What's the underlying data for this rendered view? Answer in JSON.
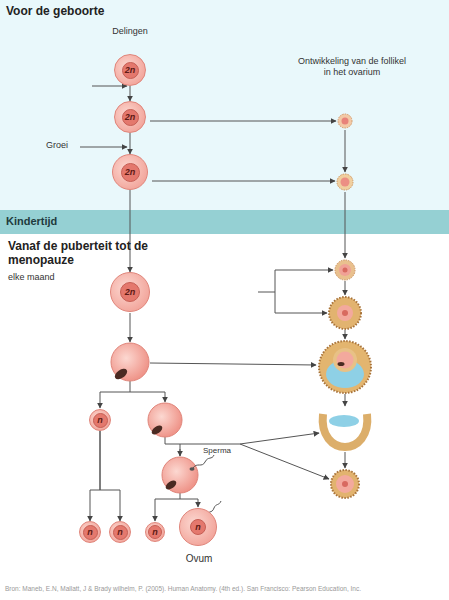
{
  "diagram": {
    "caption": "Bron: Maneb, E.N, Mallatt, J & Brady wilhelm, P. (2005). Human Anatomy. (4th ed.). San Francisco: Pearson Education, Inc.",
    "nodes": [
      {
        "text": [
          "Voor de geboorte"
        ]
      },
      {
        "text": [
          "2n"
        ],
        "in": 0
      },
      {
        "text": [
          "2n"
        ],
        "in": 0
      },
      {
        "text": [
          "2n"
        ],
        "in": 0
      },
      {
        "text": [
          "Kindertijd"
        ]
      },
      {
        "text": [
          "2n"
        ]
      },
      {
        "text": [
          "n"
        ]
      },
      {
        "text": [
          "n"
        ]
      },
      {
        "text": [
          "n"
        ]
      },
      {
        "text": [
          "n"
        ]
      },
      {
        "text": [
          "n",
          "Ovum"
        ]
      }
    ],
    "edges": [
      {
        "from": 1,
        "to": 2,
        "arrow": "to"
      },
      {
        "from": 2,
        "to": 3,
        "arrow": "to"
      },
      {
        "from": 3,
        "to": 5,
        "arrow": "to"
      },
      {
        "from": 6,
        "to": 7,
        "arrow": "to"
      },
      {
        "from": 6,
        "to": 8,
        "arrow": "to"
      }
    ],
    "labels": [
      "Delingen",
      "Groei",
      "Ontwikkeling van de follikel in het ovarium",
      "Vanaf de puberteit tot de menopauze",
      "elke maand",
      "Sperma"
    ]
  }
}
